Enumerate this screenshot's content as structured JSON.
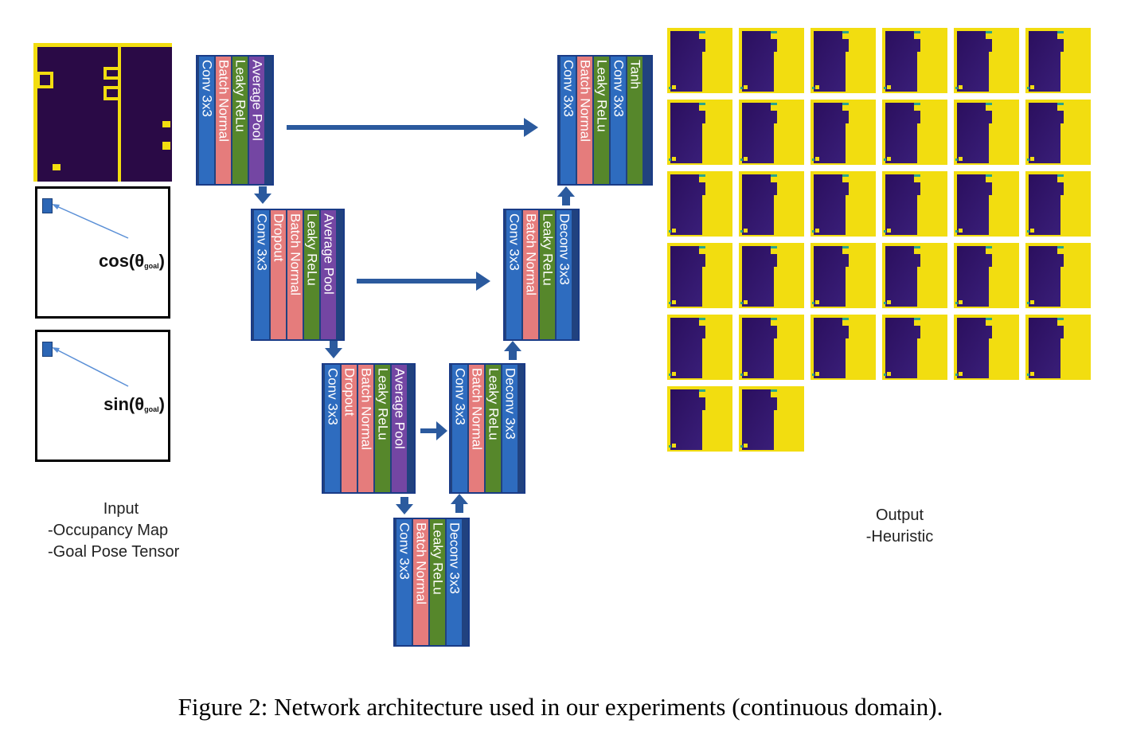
{
  "input": {
    "cos_label": "cos(θ",
    "cos_sub": "goal",
    "sin_label": "sin(θ",
    "sin_sub": "goal",
    "close_paren": ")",
    "caption_title": "Input",
    "caption_line1": "-Occupancy  Map",
    "caption_line2": "-Goal Pose Tensor"
  },
  "encoder": [
    {
      "layers": [
        "Conv 3x3",
        "Batch Normal",
        "Leaky ReLu",
        "Average  Pool"
      ]
    },
    {
      "layers": [
        "Conv 3x3",
        "Dropout",
        "Batch Normal",
        "Leaky ReLu",
        "Average  Pool"
      ]
    },
    {
      "layers": [
        "Conv 3x3",
        "Dropout",
        "Batch Normal",
        "Leaky ReLu",
        "Average  Pool"
      ]
    }
  ],
  "bottleneck": {
    "layers": [
      "Conv 3x3",
      "Batch Normal",
      "Leaky ReLu",
      "Deconv 3x3"
    ]
  },
  "decoder": [
    {
      "layers": [
        "Conv 3x3",
        "Batch Normal",
        "Leaky ReLu",
        "Deconv 3x3"
      ]
    },
    {
      "layers": [
        "Conv 3x3",
        "Batch Normal",
        "Leaky ReLu",
        "Deconv 3x3"
      ]
    },
    {
      "layers": [
        "Conv 3x3",
        "Batch Normal",
        "Leaky ReLu",
        "Conv 3x3",
        "Tanh"
      ]
    }
  ],
  "output": {
    "caption_title": "Output",
    "caption_line1": "-Heuristic",
    "tile_count": 32
  },
  "colors": {
    "conv": "#2e6cbf",
    "batch_normal": "#e57c7c",
    "leaky_relu": "#56872b",
    "average_pool": "#7446a3",
    "heatmap_free": "#3a1f7a",
    "heatmap_obstacle": "#f2dd10"
  },
  "figure_caption": "Figure 2: Network architecture used in our experiments (continuous domain)."
}
